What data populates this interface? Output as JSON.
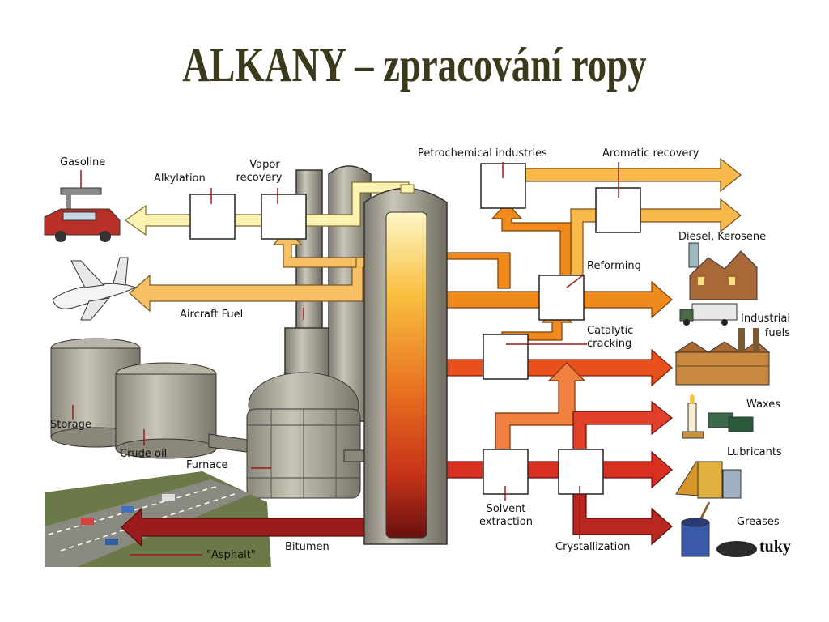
{
  "title": "ALKANY – zpracování ropy",
  "labels": {
    "gasoline": "Gasoline",
    "alkylation": "Alkylation",
    "vapor_recovery_1": "Vapor",
    "vapor_recovery_2": "recovery",
    "aircraft_fuel": "Aircraft Fuel",
    "storage": "Storage",
    "crude_oil": "Crude oil",
    "furnace": "Furnace",
    "asphalt": "\"Asphalt\"",
    "bitumen": "Bitumen",
    "petrochemical": "Petrochemical industries",
    "aromatic": "Aromatic recovery",
    "diesel": "Diesel, Kerosene",
    "reforming": "Reforming",
    "industrial_1": "Industrial",
    "industrial_2": "fuels",
    "catalytic_1": "Catalytic",
    "catalytic_2": "cracking",
    "waxes": "Waxes",
    "lubricants": "Lubricants",
    "solvent_1": "Solvent",
    "solvent_2": "extraction",
    "greases": "Greases",
    "crystallization": "Crystallization"
  },
  "annotation": "tuky",
  "colors": {
    "title": "#3b3a1c",
    "light_yellow_stream": "#fdf3b0",
    "orange_stream": "#f08a1c",
    "red_orange_stream": "#e8501e",
    "red_stream": "#d83020",
    "dark_red_stream": "#9a1c1c",
    "column_gray": "#a8a498"
  }
}
